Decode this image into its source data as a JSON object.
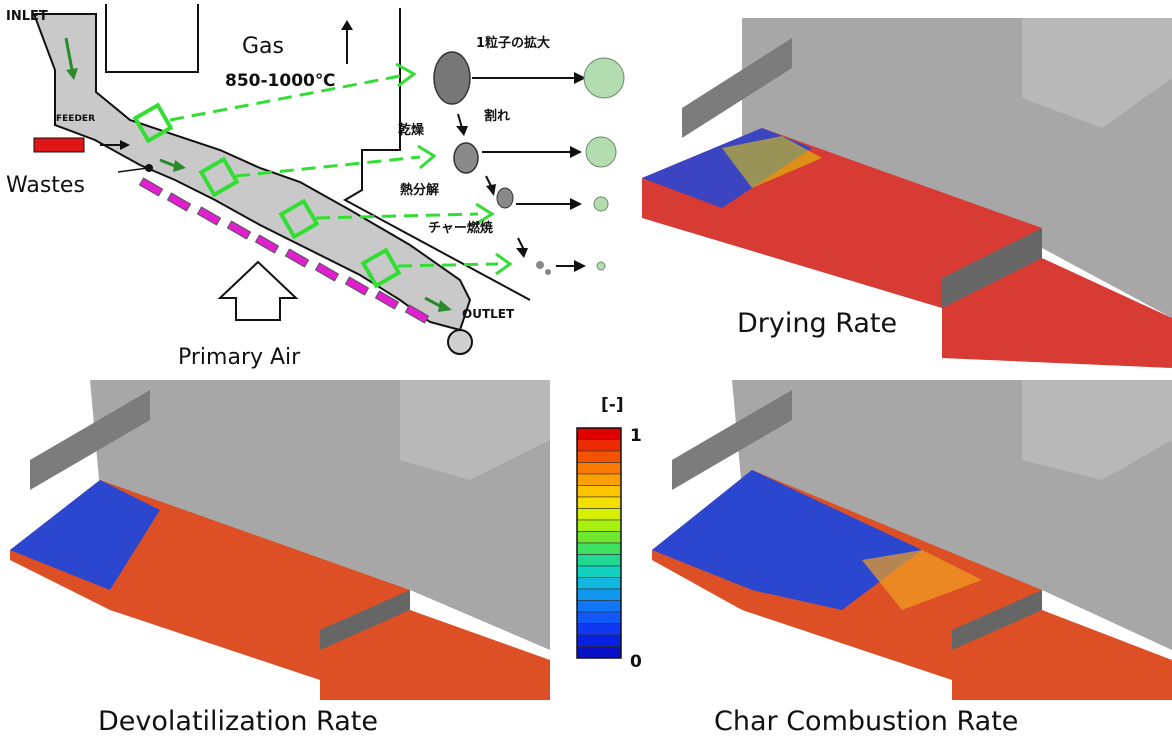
{
  "schematic": {
    "inlet": "INLET",
    "feeder": "FEEDER",
    "outlet": "OUTLET",
    "wastes": "Wastes",
    "gas": "Gas",
    "gas_temp": "850-1000℃",
    "primary_air": "Primary Air",
    "stages": {
      "enlarge": "1粒子の拡大",
      "crack": "割れ",
      "drying": "乾燥",
      "pyrolysis": "熱分解",
      "char_combustion": "チャー燃焼"
    }
  },
  "panels": {
    "drying": "Drying Rate",
    "devolatilization": "Devolatilization Rate",
    "char_combustion": "Char Combustion Rate"
  },
  "colorbar": {
    "unit": "[-]",
    "max_label": "1",
    "min_label": "0",
    "colors": [
      "#e00000",
      "#ee2a00",
      "#f55200",
      "#f97a00",
      "#fda000",
      "#ffc400",
      "#f4e000",
      "#d6f000",
      "#a8f010",
      "#70e830",
      "#3ee060",
      "#20d890",
      "#10d0c0",
      "#10b8e0",
      "#1098f0",
      "#1078f8",
      "#1058f8",
      "#1038f0",
      "#0820e0",
      "#0810c8"
    ]
  },
  "colors": {
    "wall": "#a7a7a7",
    "wall_dark": "#7c7c7c",
    "hot": "#dd5025",
    "cold": "#2b47d0",
    "drying_hot": "#d83a34",
    "dashed_arrow": "#33dd33"
  }
}
